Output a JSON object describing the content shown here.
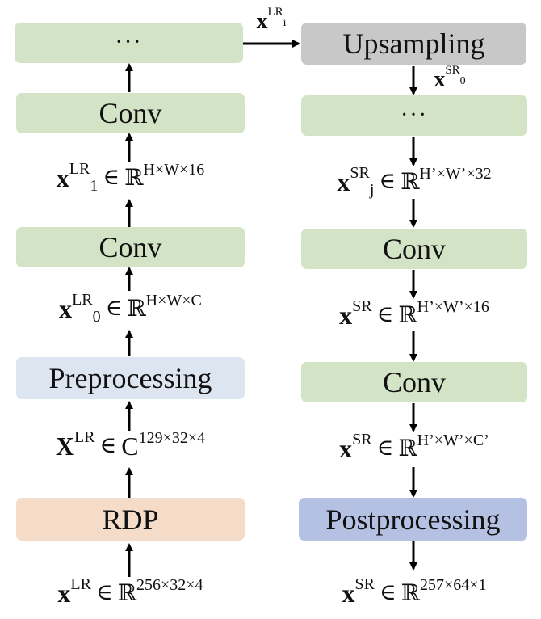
{
  "left_column": {
    "dots_box": "···",
    "conv_top": "Conv",
    "eq_x1": {
      "var": "x",
      "sup": "LR",
      "sub": "1",
      "in": "∈",
      "set": "ℝ",
      "dims": "H×W×16"
    },
    "conv_mid": "Conv",
    "eq_x0": {
      "var": "x",
      "sup": "LR",
      "sub": "0",
      "in": "∈",
      "set": "ℝ",
      "dims": "H×W×C"
    },
    "preprocessing": "Preprocessing",
    "eq_X": {
      "var": "X",
      "sup": "LR",
      "in": "∈",
      "set": "C",
      "dims": "129×32×4"
    },
    "rdp": "RDP",
    "eq_input": {
      "var": "x",
      "sup": "LR",
      "in": "∈",
      "set": "ℝ",
      "dims": "256×32×4"
    }
  },
  "connector": {
    "var": "x",
    "sup": "LR",
    "sub": "i"
  },
  "right_column": {
    "upsampling": "Upsampling",
    "eq_sr0": {
      "var": "x",
      "sup": "SR",
      "sub": "0"
    },
    "dots_box": "···",
    "eq_srj": {
      "var": "x",
      "sup": "SR",
      "sub": "j",
      "in": "∈",
      "set": "ℝ",
      "dims": "H’×W’×32"
    },
    "conv_top": "Conv",
    "eq_sr16": {
      "var": "x",
      "sup": "SR",
      "in": "∈",
      "set": "ℝ",
      "dims": "H’×W’×16"
    },
    "conv_bottom": "Conv",
    "eq_src": {
      "var": "x",
      "sup": "SR",
      "in": "∈",
      "set": "ℝ",
      "dims": "H’×W’×C’"
    },
    "postprocessing": "Postprocessing",
    "eq_output": {
      "var": "x",
      "sup": "SR",
      "in": "∈",
      "set": "ℝ",
      "dims": "257×64×1"
    }
  },
  "colors": {
    "green": "#d3e4c6",
    "gray": "#c8c8c8",
    "light_blue": "#dde5f1",
    "peach": "#f5dcc8",
    "purple": "#b4c1e2"
  }
}
